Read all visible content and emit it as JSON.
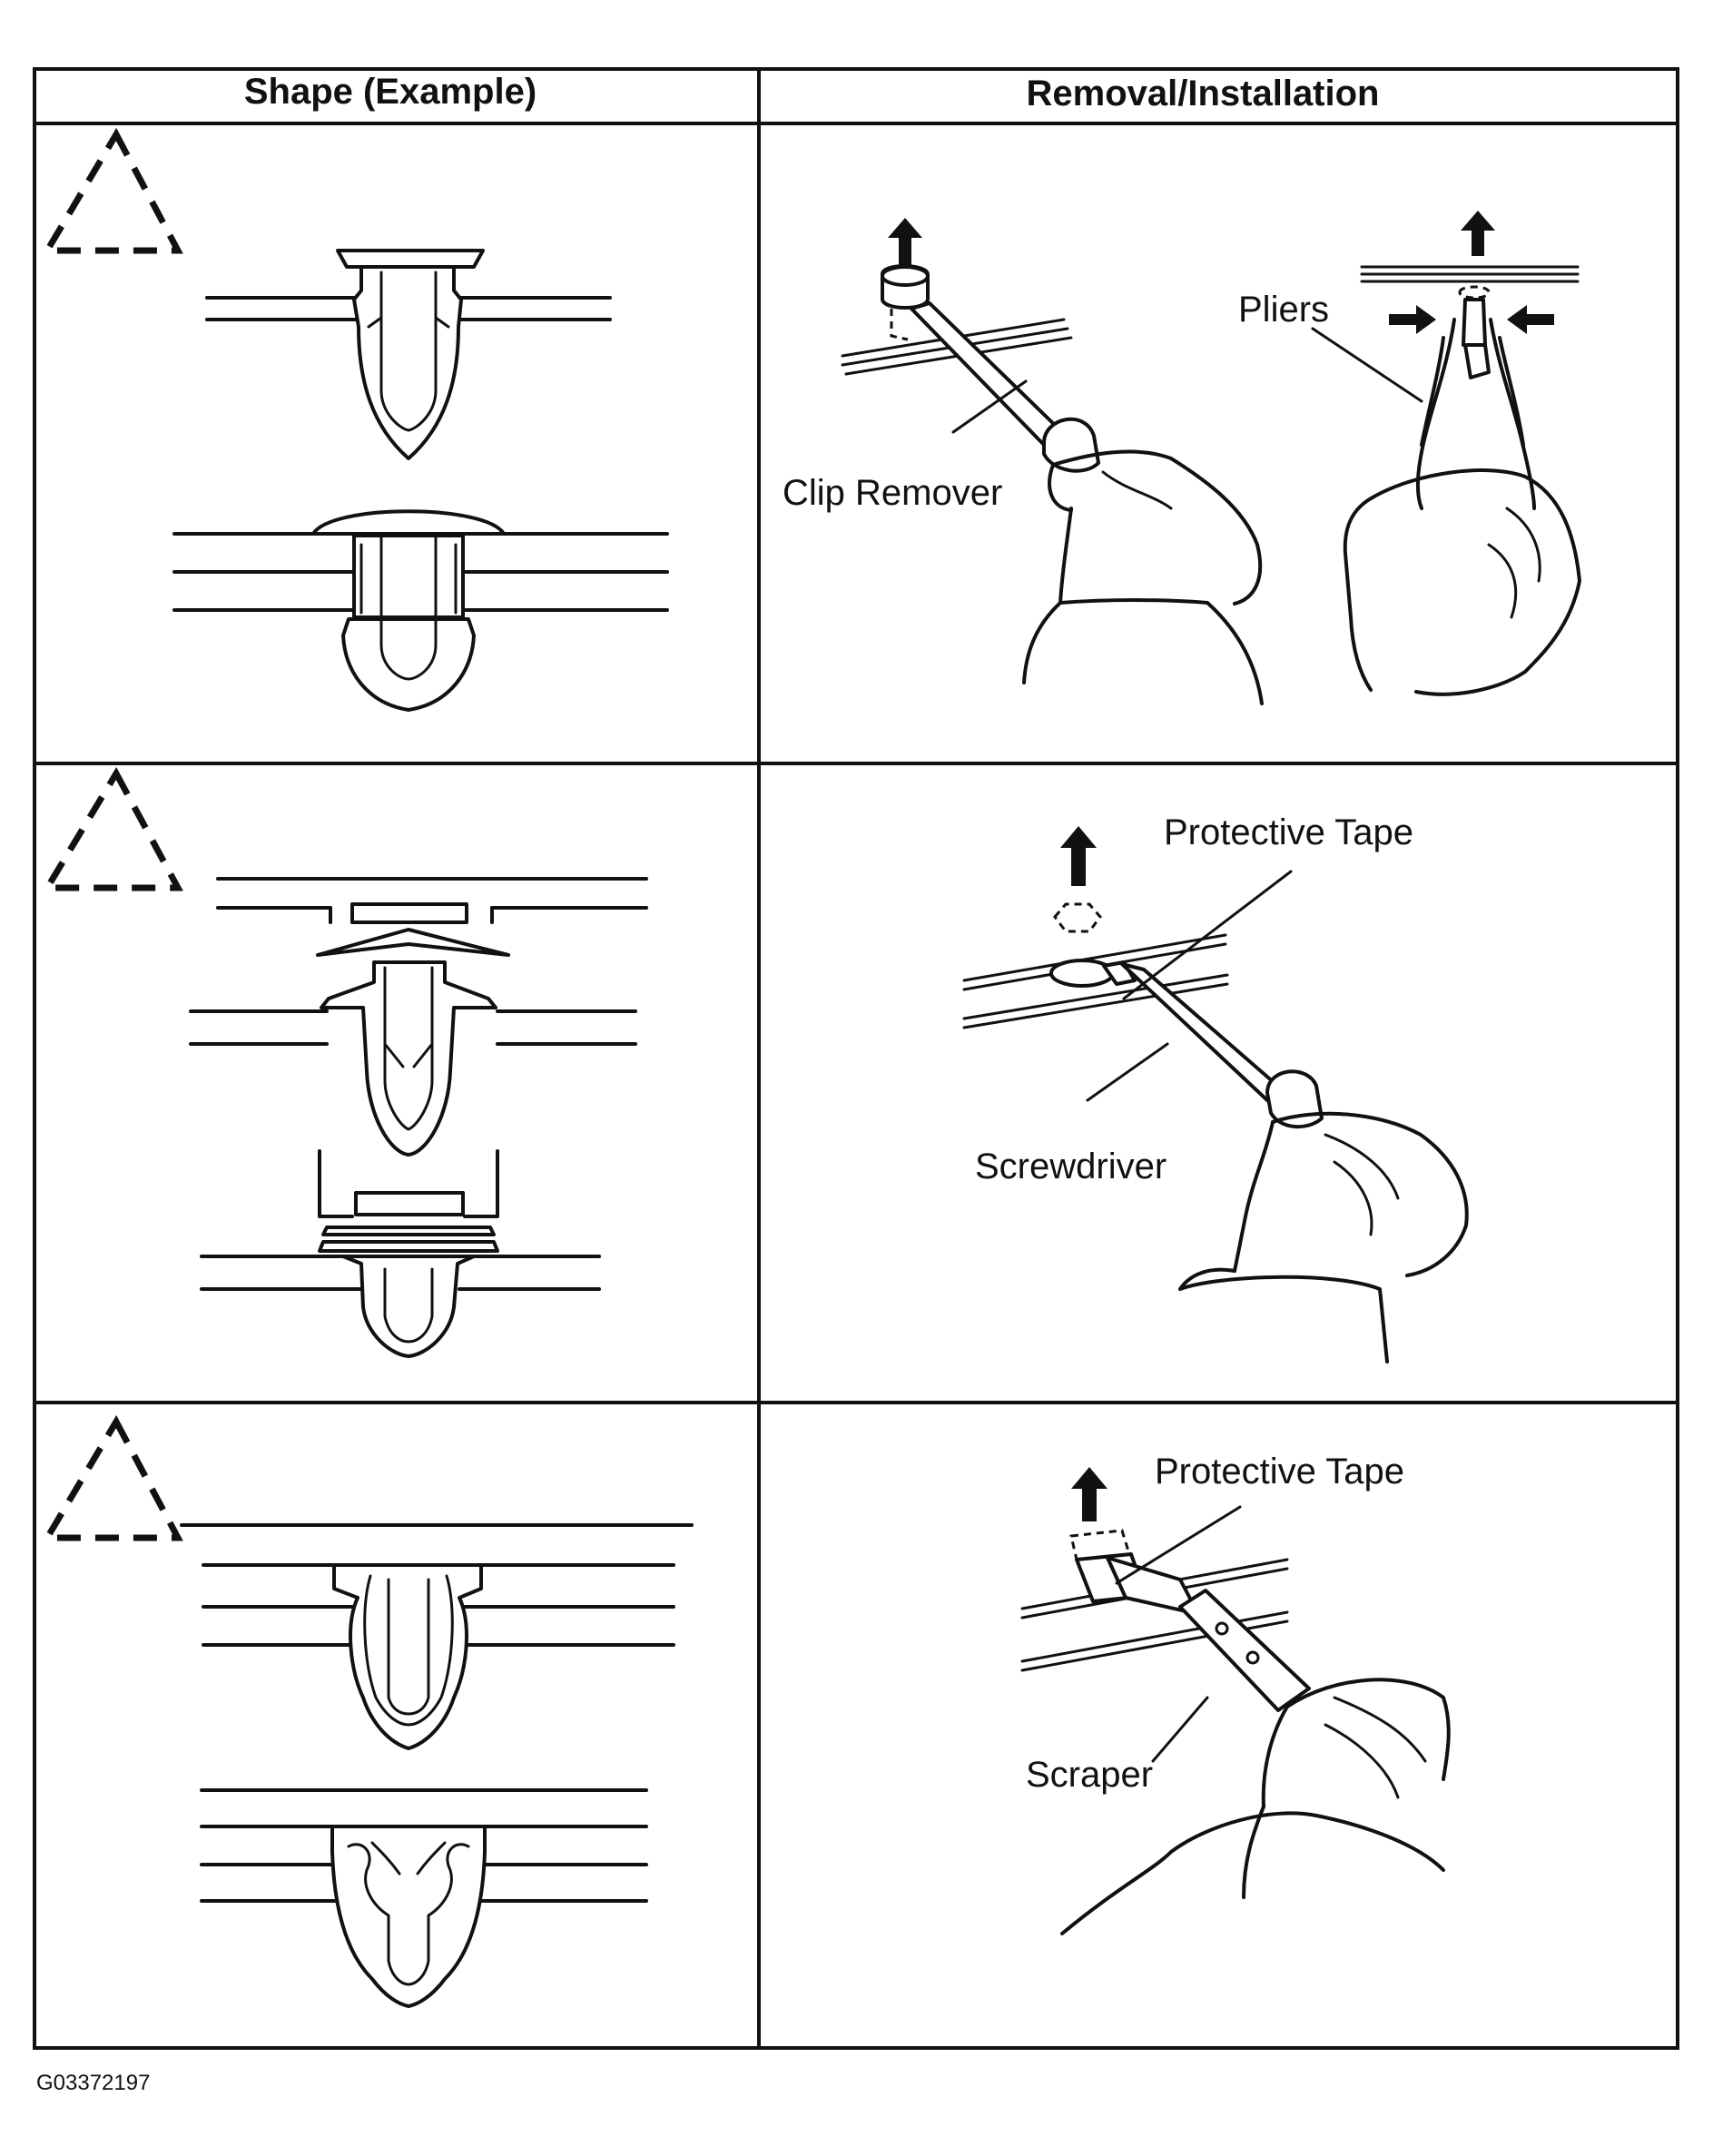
{
  "table": {
    "headers": [
      "Shape (Example)",
      "Removal/Installation"
    ],
    "rows": [
      {
        "shape_icon": "dashed-triangle-icon",
        "callouts": [
          "Clip Remover",
          "Pliers"
        ]
      },
      {
        "shape_icon": "dashed-triangle-icon",
        "callouts": [
          "Protective Tape",
          "Screwdriver"
        ]
      },
      {
        "shape_icon": "dashed-triangle-icon",
        "callouts": [
          "Protective Tape",
          "Scraper"
        ]
      }
    ]
  },
  "figure_code": "G03372197",
  "colors": {
    "line": "#111111",
    "background": "#ffffff"
  }
}
